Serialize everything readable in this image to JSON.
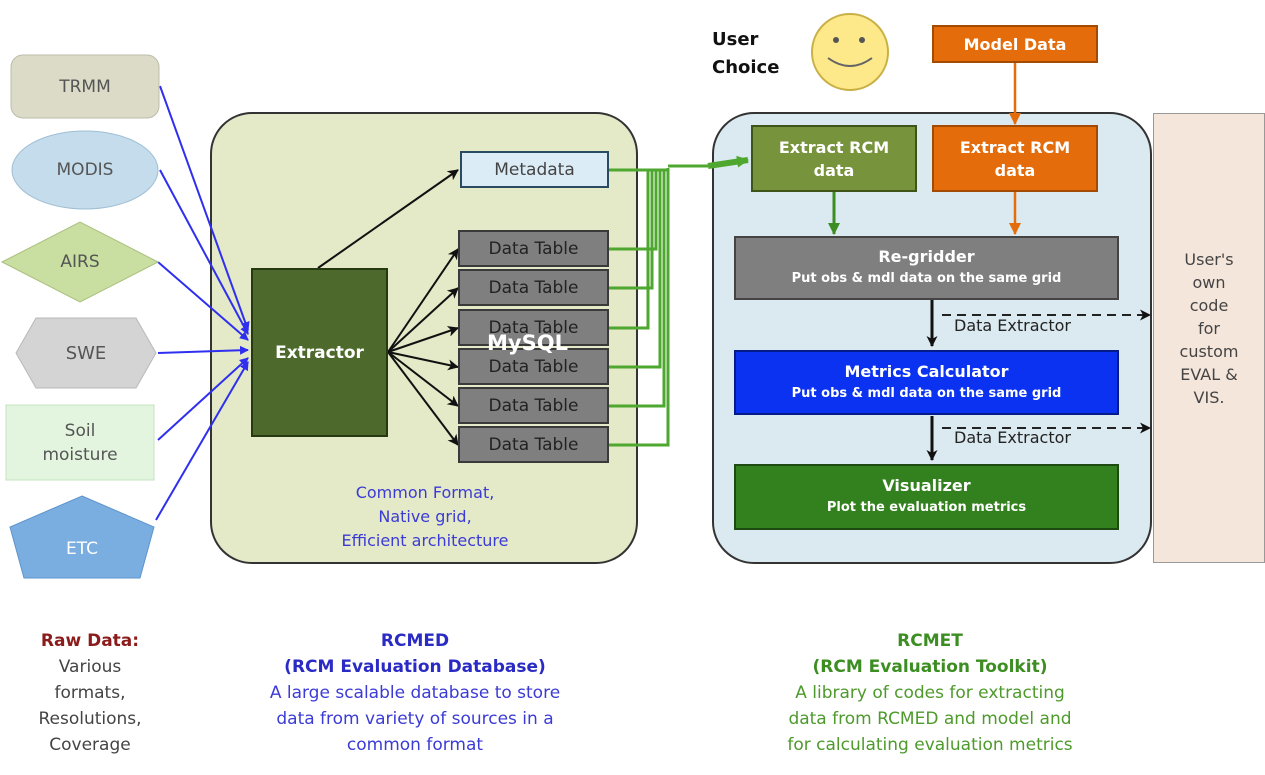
{
  "sources": {
    "trmm": "TRMM",
    "modis": "MODIS",
    "airs": "AIRS",
    "swe": "SWE",
    "soil_line1": "Soil",
    "soil_line2": "moisture",
    "etc": "ETC"
  },
  "rcmed_box": {
    "extractor": "Extractor",
    "metadata": "Metadata",
    "data_tables": [
      "Data Table",
      "Data Table",
      "Data Table",
      "Data Table",
      "Data Table",
      "Data Table"
    ],
    "mysql": "MySQL",
    "caption_lines": [
      "Common Format,",
      "Native grid,",
      "Efficient architecture"
    ]
  },
  "user_choice": {
    "line1": "User",
    "line2": "Choice"
  },
  "model_data": "Model Data",
  "rcmet_box": {
    "extract_obs": {
      "line1": "Extract RCM",
      "line2": "data"
    },
    "extract_model": {
      "line1": "Extract RCM",
      "line2": "data"
    },
    "regridder": {
      "title": "Re-gridder",
      "subtitle": "Put obs & mdl data on the same grid"
    },
    "data_extractor_1": "Data Extractor",
    "metrics": {
      "title": "Metrics Calculator",
      "subtitle": "Put obs & mdl data on the same grid"
    },
    "data_extractor_2": "Data Extractor",
    "visualizer": {
      "title": "Visualizer",
      "subtitle": "Plot the evaluation metrics"
    }
  },
  "user_code": [
    "User's",
    "own",
    "code",
    "for",
    "custom",
    "EVAL &",
    "VIS."
  ],
  "captions": {
    "raw": {
      "title": "Raw Data:",
      "lines": [
        "Various",
        "formats,",
        "Resolutions,",
        "Coverage"
      ]
    },
    "rcmed": {
      "title": "RCMED",
      "subtitle": "(RCM Evaluation Database)",
      "lines": [
        "A large scalable database to store",
        "data from variety of sources in a",
        "common format"
      ]
    },
    "rcmet": {
      "title": "RCMET",
      "subtitle": "(RCM Evaluation Toolkit)",
      "lines": [
        "A library of codes for extracting",
        "data from RCMED and model and",
        "for calculating evaluation metrics"
      ]
    }
  },
  "colors": {
    "rcmed_bg": "#e4e9c8",
    "rcmet_bg": "#dbe9f0",
    "extractor": "#4d6a2c",
    "olive": "#77933c",
    "orange": "#e46c0a",
    "gray_box": "#7f7f7f",
    "blue_box": "#0b32f0",
    "green_box": "#33801e",
    "blue_arrow": "#2f2ff0",
    "green_line": "#4ea72e",
    "user_code_bg": "#f5e6dc"
  }
}
